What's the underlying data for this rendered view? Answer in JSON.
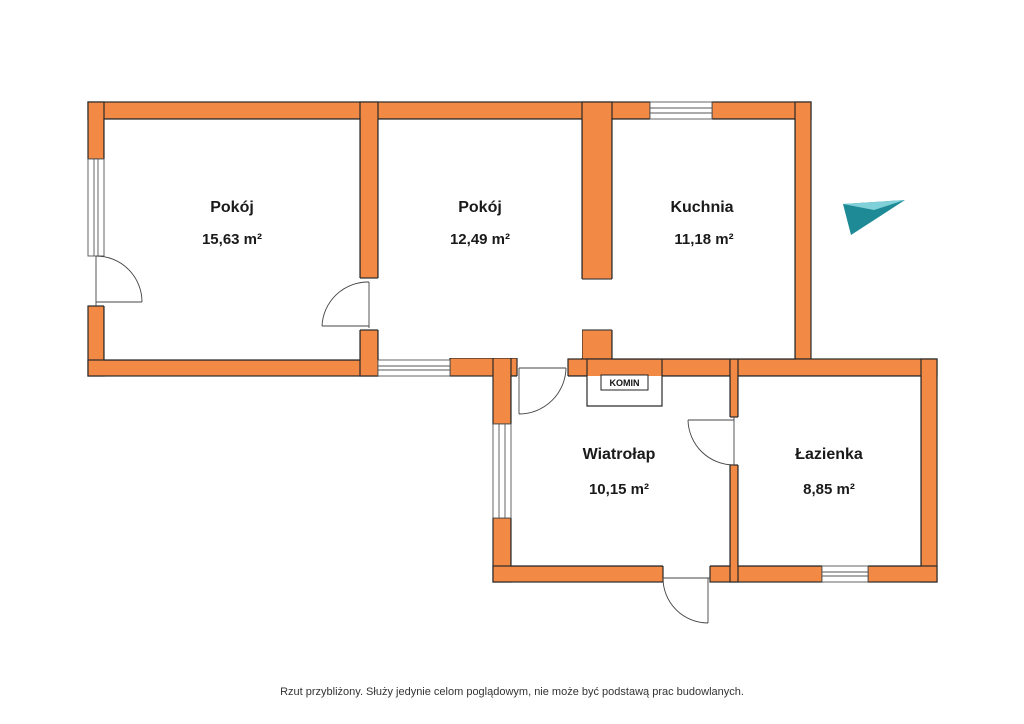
{
  "colors": {
    "wall_fill": "#f28a45",
    "wall_stroke": "#2a2a2a",
    "background": "#ffffff",
    "compass": "#1e8a96"
  },
  "rooms": [
    {
      "label": "Pokój",
      "area": "15,63 m²"
    },
    {
      "label": "Pokój",
      "area": "12,49 m²"
    },
    {
      "label": "Kuchnia",
      "area": "11,18 m²"
    },
    {
      "label": "Wiatrołap",
      "area": "10,15 m²"
    },
    {
      "label": "Łazienka",
      "area": "8,85 m²"
    }
  ],
  "chimney": {
    "label": "KOMIN"
  },
  "compass": {
    "icon": "north-arrow-icon"
  },
  "footer": {
    "note": "Rzut przybliżony. Służy jedynie celom poglądowym, nie może być podstawą prac budowlanych."
  }
}
